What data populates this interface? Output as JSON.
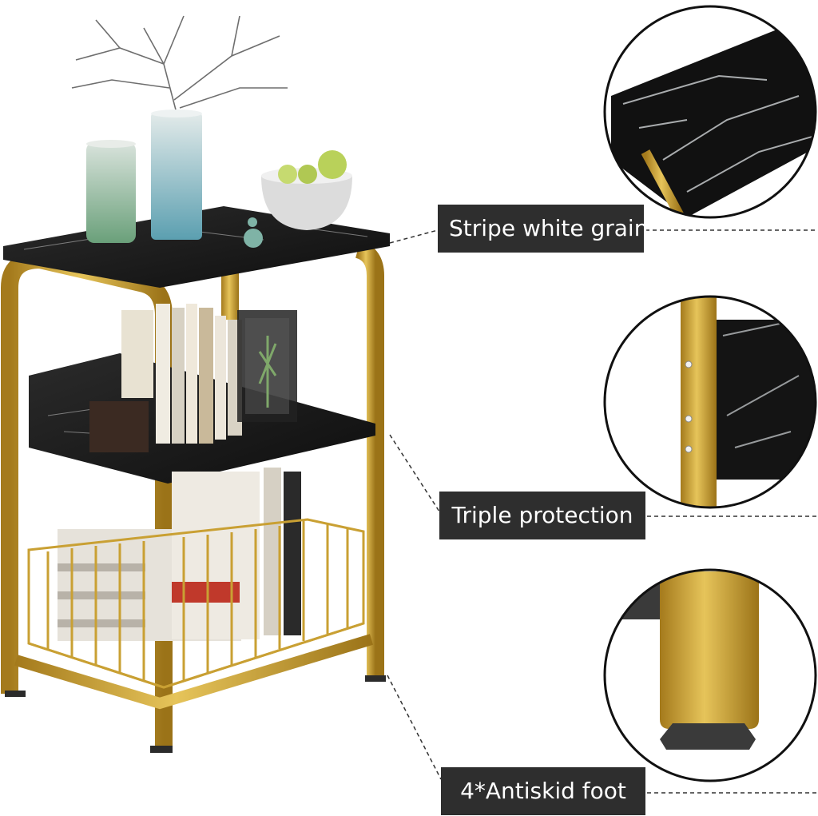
{
  "callouts": {
    "grain": "Stripe white grain",
    "protection": "Triple protection",
    "foot": "4*Antiskid foot"
  },
  "colors": {
    "background": "#ffffff",
    "label_bg": "#2e2e2e",
    "label_text": "#ffffff",
    "gold": "#c9a033",
    "marble": "#1a1a1a",
    "foot_pad": "#3a3a3a"
  },
  "icons": {
    "product": "side-table-illustration",
    "detail_top": "marble-top-detail",
    "detail_side": "screw-side-detail",
    "detail_foot": "antiskid-foot-detail"
  }
}
